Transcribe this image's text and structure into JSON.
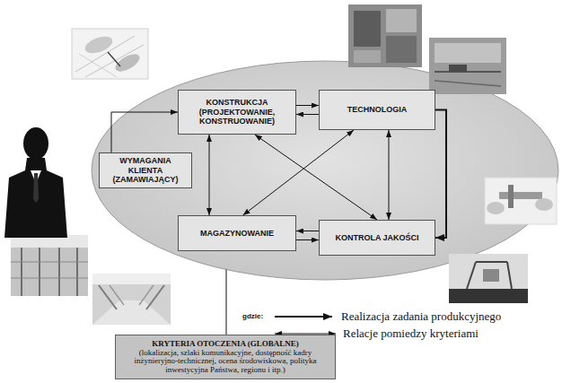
{
  "diagram": {
    "nodes": [
      {
        "text": [
          "KONSTRUKCJA (PROJEKTOWANIE, KONSTRUOWANIE)"
        ]
      },
      {
        "text": [
          "TECHNOLOGIA"
        ]
      },
      {
        "text": [
          "WYMAGANIA KLIENTA (ZAMAWIAJĄCY)"
        ]
      },
      {
        "text": [
          "MAGAZYNOWANIE"
        ]
      },
      {
        "text": [
          "KONTROLA JAKOŚCI"
        ]
      },
      {
        "text": [
          "KRYTERIA OTOCZENIA (GLOBALNE)",
          "(lokalizacja, szlaki komunikacyjne, dostępność kadry inżynieryjno-technicznej, ocena środowiskowa, polityka inwestycyjna Państwa, regionu i  itp.)"
        ]
      }
    ],
    "edges": [
      {
        "from": 2,
        "to": 0,
        "arrow": "to"
      },
      {
        "from": 0,
        "to": 1,
        "arrow": "to"
      },
      {
        "from": 1,
        "to": 0,
        "arrow": "to"
      },
      {
        "from": 0,
        "to": 3,
        "arrow": "both"
      },
      {
        "from": 0,
        "to": 4,
        "arrow": "both"
      },
      {
        "from": 1,
        "to": 3,
        "arrow": "both"
      },
      {
        "from": 1,
        "to": 4,
        "arrow": "both"
      },
      {
        "from": 1,
        "to": 4,
        "arrow": "to"
      },
      {
        "from": 4,
        "to": 3,
        "arrow": "to"
      },
      {
        "from": 3,
        "to": 4,
        "arrow": "to"
      }
    ],
    "labels": [
      "gdzie:"
    ],
    "legend": [
      {
        "text": "Realizacja zadania produkcyjnego"
      },
      {
        "text": "Relacje pomiedzy kryteriami"
      }
    ]
  }
}
